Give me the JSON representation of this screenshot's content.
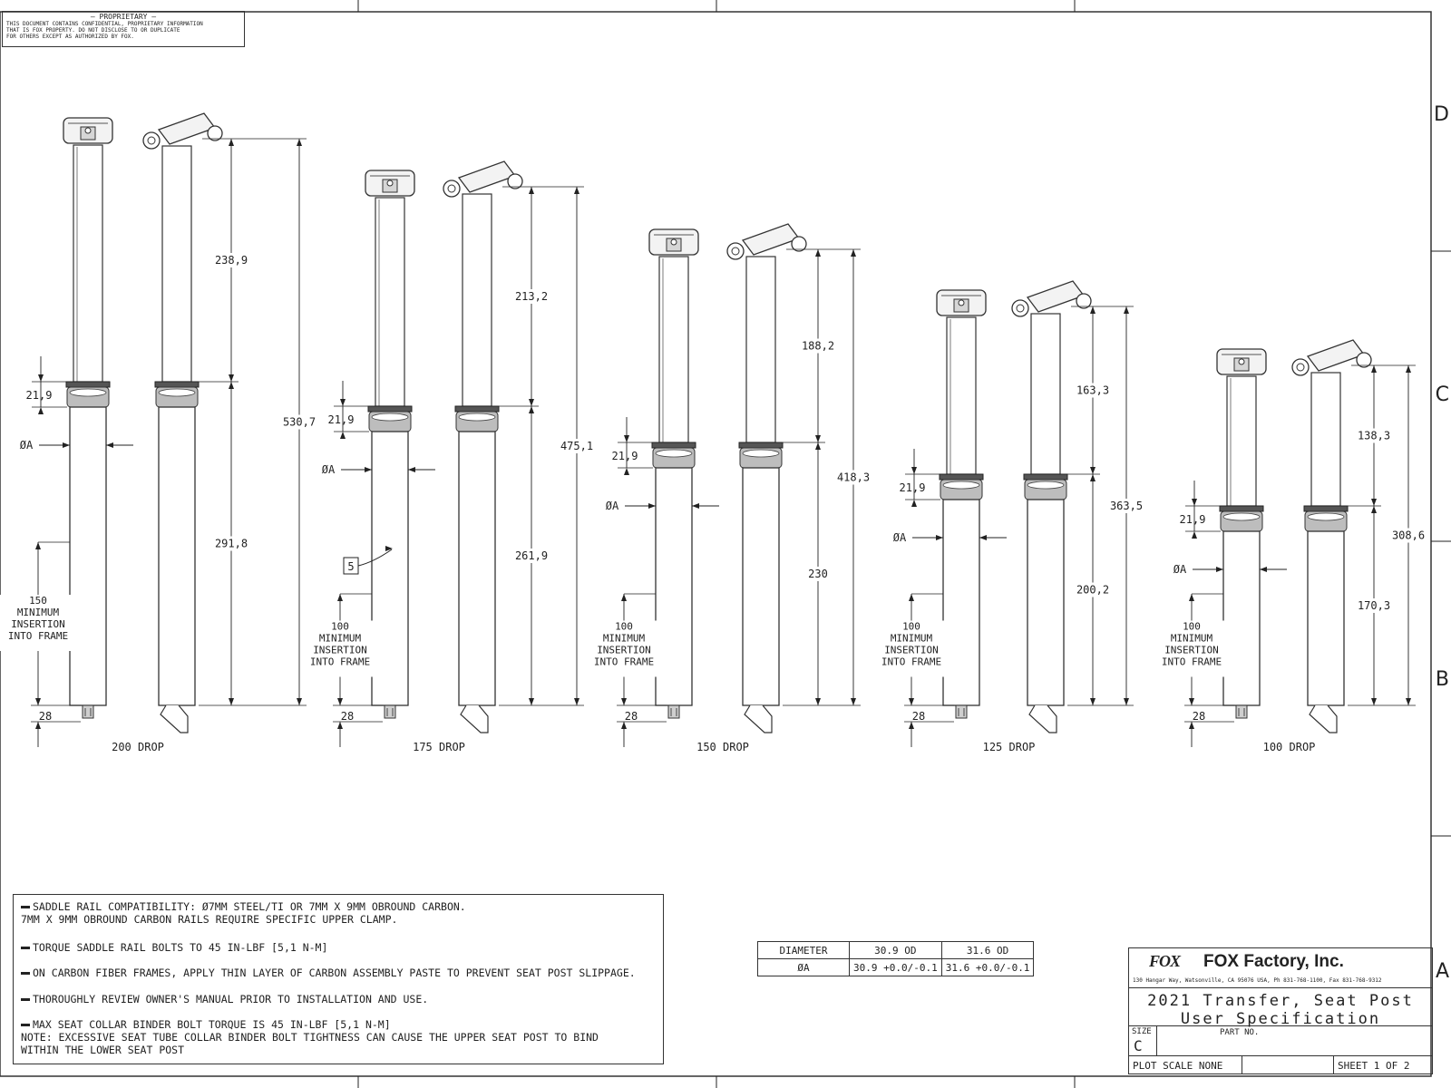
{
  "proprietary": {
    "title": "PROPRIETARY",
    "lines": [
      "THIS DOCUMENT CONTAINS CONFIDENTIAL, PROPRIETARY INFORMATION",
      "THAT IS FOX PROPERTY. DO NOT DISCLOSE TO OR DUPLICATE",
      "FOR OTHERS EXCEPT AS AUTHORIZED BY FOX."
    ]
  },
  "zones": [
    "D",
    "C",
    "B",
    "A"
  ],
  "common": {
    "dia_label": "ØA",
    "insertion_lines": [
      "MINIMUM",
      "INSERTION",
      "INTO FRAME"
    ],
    "collar_dim": "21,9",
    "bottom_dim": "28",
    "balloon": "5"
  },
  "posts": [
    {
      "drop_label": "200 DROP",
      "insertion": "150",
      "upper": "238,9",
      "lower": "291,8",
      "total": "530,7"
    },
    {
      "drop_label": "175 DROP",
      "insertion": "100",
      "upper": "213,2",
      "lower": "261,9",
      "total": "475,1"
    },
    {
      "drop_label": "150 DROP",
      "insertion": "100",
      "upper": "188,2",
      "lower": "230",
      "total": "418,3"
    },
    {
      "drop_label": "125 DROP",
      "insertion": "100",
      "upper": "163,3",
      "lower": "200,2",
      "total": "363,5"
    },
    {
      "drop_label": "100 DROP",
      "insertion": "100",
      "upper": "138,3",
      "lower": "170,3",
      "total": "308,6"
    }
  ],
  "notes": [
    "SADDLE RAIL COMPATIBILITY: Ø7MM STEEL/TI OR 7MM X 9MM OBROUND CARBON.\n7MM X 9MM OBROUND CARBON RAILS REQUIRE SPECIFIC UPPER CLAMP.",
    "TORQUE SADDLE RAIL BOLTS TO 45 IN-LBF [5,1 N-M]",
    "ON CARBON FIBER FRAMES, APPLY THIN LAYER OF CARBON ASSEMBLY PASTE TO PREVENT SEAT POST SLIPPAGE.",
    "THOROUGHLY REVIEW OWNER'S MANUAL PRIOR TO INSTALLATION AND USE.",
    "MAX SEAT COLLAR BINDER BOLT TORQUE IS 45 IN-LBF [5,1 N-M]\nNOTE: EXCESSIVE SEAT TUBE COLLAR BINDER BOLT TIGHTNESS CAN CAUSE THE UPPER SEAT POST TO BIND\nWITHIN THE LOWER SEAT POST"
  ],
  "diameter_table": {
    "header": [
      "DIAMETER",
      "30.9 OD",
      "31.6 OD"
    ],
    "row": [
      "ØA",
      "30.9 +0.0/-0.1",
      "31.6 +0.0/-0.1"
    ]
  },
  "title_block": {
    "logo": "FOX",
    "company": "FOX Factory, Inc.",
    "address": "130 Hangar Way, Watsonville, CA 95076 USA, Ph 831-768-1100, Fax 831-768-9312",
    "title_line1": "2021 Transfer, Seat Post",
    "title_line2": "User Specification",
    "size_label": "SIZE",
    "size_value": "C",
    "part_no_label": "PART NO.",
    "plot_scale": "PLOT SCALE  NONE",
    "sheet": "SHEET 1 OF 2"
  }
}
